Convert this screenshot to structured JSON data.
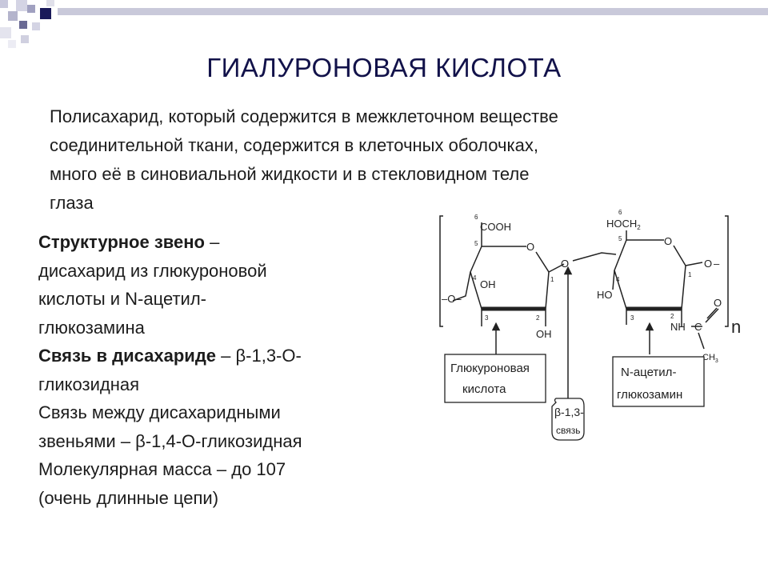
{
  "slide": {
    "title": "ГИАЛУРОНОВАЯ КИСЛОТА",
    "intro": [
      "Полисахарид, который содержится в межклеточном веществе",
      "соединительной ткани, содержится в клеточных оболочках,",
      "много её в синовиальной жидкости и в стекловидном теле",
      "глаза"
    ]
  },
  "details": {
    "unit_label": "Структурное звено",
    "unit_text_1": " – ",
    "unit_line_2": "дисахарид из глюкуроновой",
    "unit_line_3": "кислоты и N-ацетил-",
    "unit_line_4": "глюкозамина",
    "bond_label": "Связь в дисахариде",
    "bond_text_1": " – β-1,3-О-",
    "bond_line_2": "гликозидная",
    "link_line_1": "Связь между дисахаридными",
    "link_line_2": "звеньями – β-1,4-О-гликозидная",
    "mass_line_1": "Молекулярная масса – до 107",
    "mass_line_2": "(очень длинные цепи)"
  },
  "diagram": {
    "left_ring": {
      "cooh": "COOH",
      "oh_mid": "OH",
      "oh_bottom": "OH",
      "ring_o": "O",
      "c6": "6",
      "c5": "5",
      "c4": "4",
      "c3": "3",
      "c2": "2",
      "c1": "1"
    },
    "right_ring": {
      "hoch2": "HOCH",
      "sub2": "2",
      "ho": "HO",
      "nh": "NH",
      "c_acetyl": "C",
      "o_acetyl": "O",
      "ch3": "CH",
      "sub3": "3",
      "ring_o": "O",
      "c6": "6",
      "c5": "5",
      "c4": "4",
      "c3": "3",
      "c2": "2",
      "c1": "1"
    },
    "link_o": "O",
    "left_o": "–O–",
    "right_o": "O",
    "right_dash": "–",
    "repeat_n": "n",
    "box_left": [
      "Глюкуроновая",
      "кислота"
    ],
    "box_right": [
      "N-ацетил-",
      "глюкозамин"
    ],
    "box_mid": [
      "β-1,3-",
      "связь"
    ]
  }
}
